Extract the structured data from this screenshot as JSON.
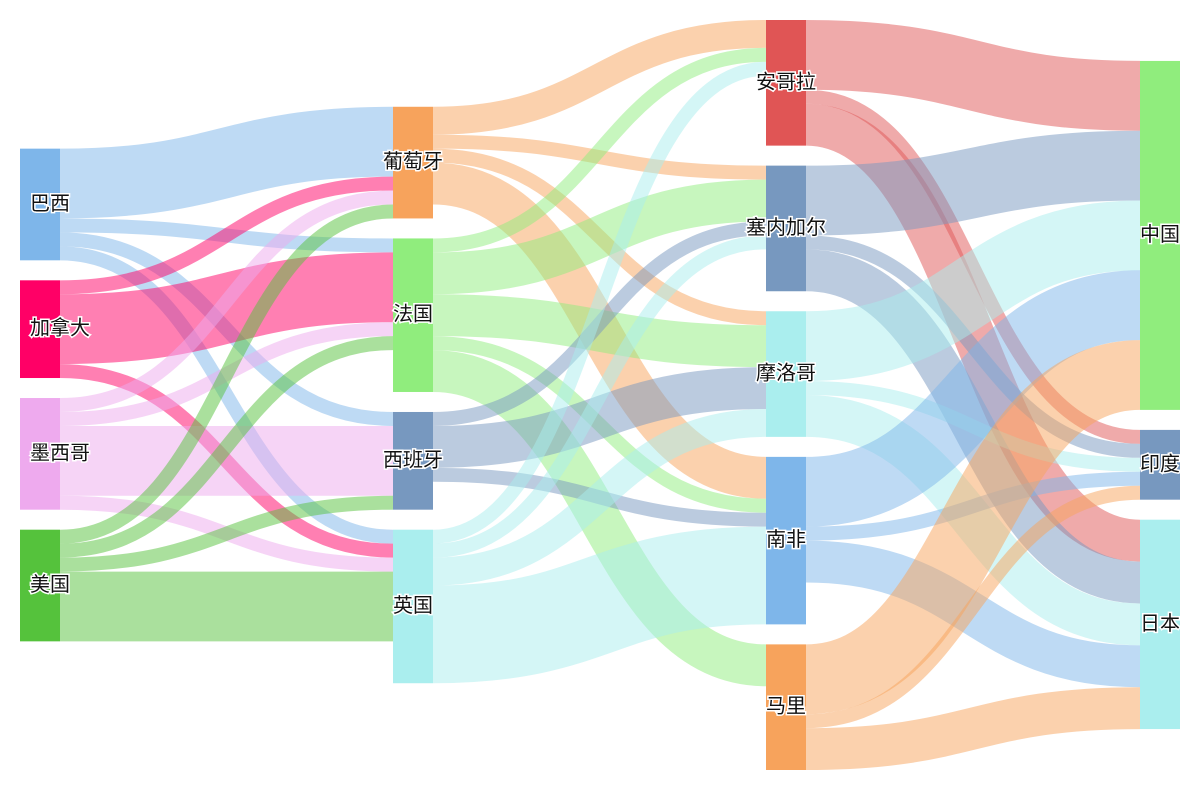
{
  "chart_data": {
    "type": "sankey",
    "nodes": [
      {
        "id": "brazil",
        "label": "巴西",
        "column": 0,
        "color": "#7eb6ea"
      },
      {
        "id": "canada",
        "label": "加拿大",
        "column": 0,
        "color": "#ff0066"
      },
      {
        "id": "mexico",
        "label": "墨西哥",
        "column": 0,
        "color": "#eeaaee"
      },
      {
        "id": "usa",
        "label": "美国",
        "column": 0,
        "color": "#55c23c"
      },
      {
        "id": "portugal",
        "label": "葡萄牙",
        "column": 1,
        "color": "#f7a35c"
      },
      {
        "id": "france",
        "label": "法国",
        "column": 1,
        "color": "#90ed7d"
      },
      {
        "id": "spain",
        "label": "西班牙",
        "column": 1,
        "color": "#7798bf"
      },
      {
        "id": "uk",
        "label": "英国",
        "column": 1,
        "color": "#aaeeee"
      },
      {
        "id": "angola",
        "label": "安哥拉",
        "column": 2,
        "color": "#e05555"
      },
      {
        "id": "senegal",
        "label": "塞内加尔",
        "column": 2,
        "color": "#7798bf"
      },
      {
        "id": "morocco",
        "label": "摩洛哥",
        "column": 2,
        "color": "#aaeeee"
      },
      {
        "id": "safrica",
        "label": "南非",
        "column": 2,
        "color": "#7eb6ea"
      },
      {
        "id": "mali",
        "label": "马里",
        "column": 2,
        "color": "#f7a35c"
      },
      {
        "id": "china",
        "label": "中国",
        "column": 3,
        "color": "#90ed7d"
      },
      {
        "id": "india",
        "label": "印度",
        "column": 3,
        "color": "#7798bf"
      },
      {
        "id": "japan",
        "label": "日本",
        "column": 3,
        "color": "#aaeeee"
      }
    ],
    "links": [
      {
        "source": "brazil",
        "target": "portugal",
        "value": 5
      },
      {
        "source": "brazil",
        "target": "france",
        "value": 1
      },
      {
        "source": "brazil",
        "target": "spain",
        "value": 1
      },
      {
        "source": "brazil",
        "target": "uk",
        "value": 1
      },
      {
        "source": "canada",
        "target": "portugal",
        "value": 1
      },
      {
        "source": "canada",
        "target": "france",
        "value": 5
      },
      {
        "source": "canada",
        "target": "uk",
        "value": 1
      },
      {
        "source": "mexico",
        "target": "portugal",
        "value": 1
      },
      {
        "source": "mexico",
        "target": "france",
        "value": 1
      },
      {
        "source": "mexico",
        "target": "spain",
        "value": 5
      },
      {
        "source": "mexico",
        "target": "uk",
        "value": 1
      },
      {
        "source": "usa",
        "target": "portugal",
        "value": 1
      },
      {
        "source": "usa",
        "target": "france",
        "value": 1
      },
      {
        "source": "usa",
        "target": "spain",
        "value": 1
      },
      {
        "source": "usa",
        "target": "uk",
        "value": 5
      },
      {
        "source": "portugal",
        "target": "angola",
        "value": 2
      },
      {
        "source": "portugal",
        "target": "senegal",
        "value": 1
      },
      {
        "source": "portugal",
        "target": "morocco",
        "value": 1
      },
      {
        "source": "portugal",
        "target": "safrica",
        "value": 3
      },
      {
        "source": "france",
        "target": "angola",
        "value": 1
      },
      {
        "source": "france",
        "target": "senegal",
        "value": 3
      },
      {
        "source": "france",
        "target": "morocco",
        "value": 3
      },
      {
        "source": "france",
        "target": "safrica",
        "value": 1
      },
      {
        "source": "france",
        "target": "mali",
        "value": 3
      },
      {
        "source": "spain",
        "target": "senegal",
        "value": 1
      },
      {
        "source": "spain",
        "target": "morocco",
        "value": 3
      },
      {
        "source": "spain",
        "target": "safrica",
        "value": 1
      },
      {
        "source": "uk",
        "target": "angola",
        "value": 1
      },
      {
        "source": "uk",
        "target": "senegal",
        "value": 1
      },
      {
        "source": "uk",
        "target": "morocco",
        "value": 2
      },
      {
        "source": "uk",
        "target": "safrica",
        "value": 7
      },
      {
        "source": "angola",
        "target": "china",
        "value": 5
      },
      {
        "source": "angola",
        "target": "india",
        "value": 1
      },
      {
        "source": "angola",
        "target": "japan",
        "value": 3
      },
      {
        "source": "senegal",
        "target": "china",
        "value": 5
      },
      {
        "source": "senegal",
        "target": "india",
        "value": 1
      },
      {
        "source": "senegal",
        "target": "japan",
        "value": 3
      },
      {
        "source": "morocco",
        "target": "china",
        "value": 5
      },
      {
        "source": "morocco",
        "target": "india",
        "value": 1
      },
      {
        "source": "morocco",
        "target": "japan",
        "value": 3
      },
      {
        "source": "safrica",
        "target": "china",
        "value": 5
      },
      {
        "source": "safrica",
        "target": "india",
        "value": 1
      },
      {
        "source": "safrica",
        "target": "japan",
        "value": 3
      },
      {
        "source": "mali",
        "target": "china",
        "value": 5
      },
      {
        "source": "mali",
        "target": "india",
        "value": 1
      },
      {
        "source": "mali",
        "target": "japan",
        "value": 3
      }
    ]
  }
}
